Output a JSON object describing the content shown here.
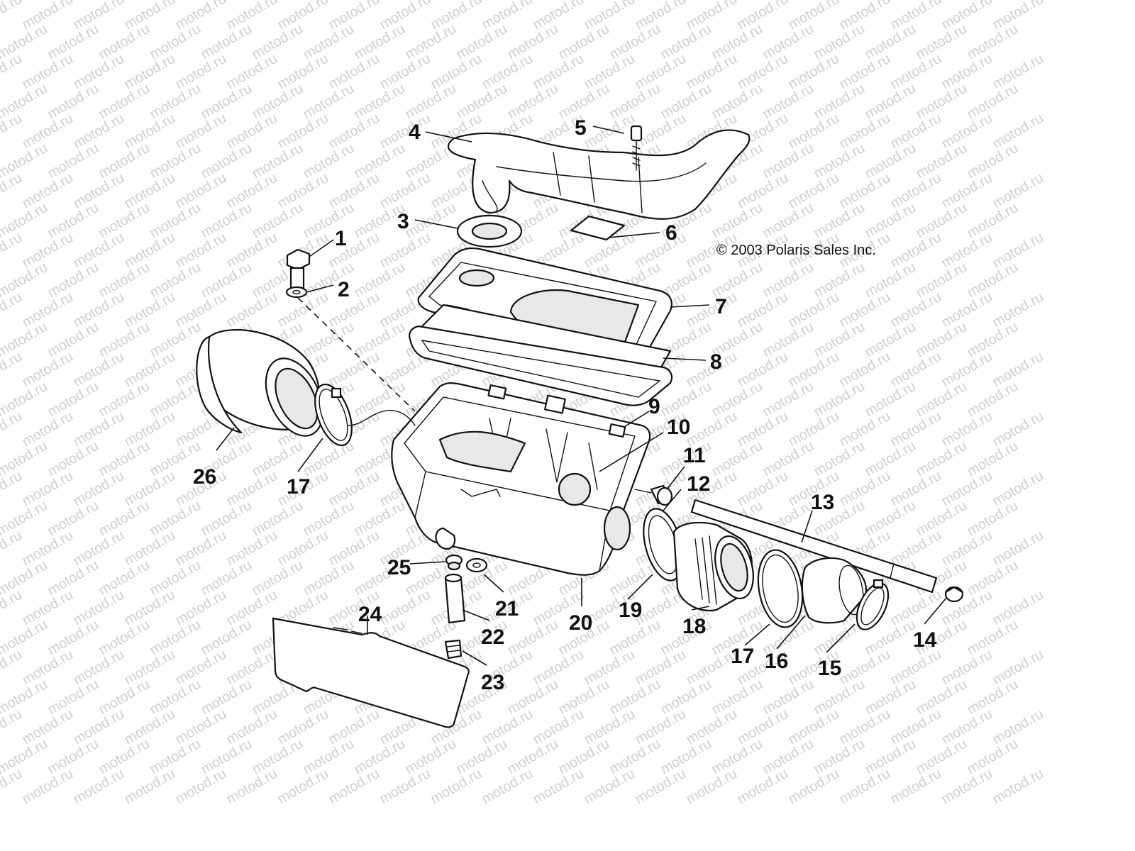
{
  "watermark": {
    "text": "motod.ru",
    "color": "#cfcfcf"
  },
  "copyright": "© 2003 Polaris Sales Inc.",
  "callouts": {
    "p1": "1",
    "p2": "2",
    "p3": "3",
    "p4": "4",
    "p5": "5",
    "p6": "6",
    "p7": "7",
    "p8": "8",
    "p9": "9",
    "p10": "10",
    "p11": "11",
    "p12": "12",
    "p13": "13",
    "p14": "14",
    "p15": "15",
    "p16": "16",
    "p17a": "17",
    "p17b": "17",
    "p18": "18",
    "p19": "19",
    "p20": "20",
    "p21": "21",
    "p22": "22",
    "p23": "23",
    "p24": "24",
    "p25": "25",
    "p26": "26"
  }
}
